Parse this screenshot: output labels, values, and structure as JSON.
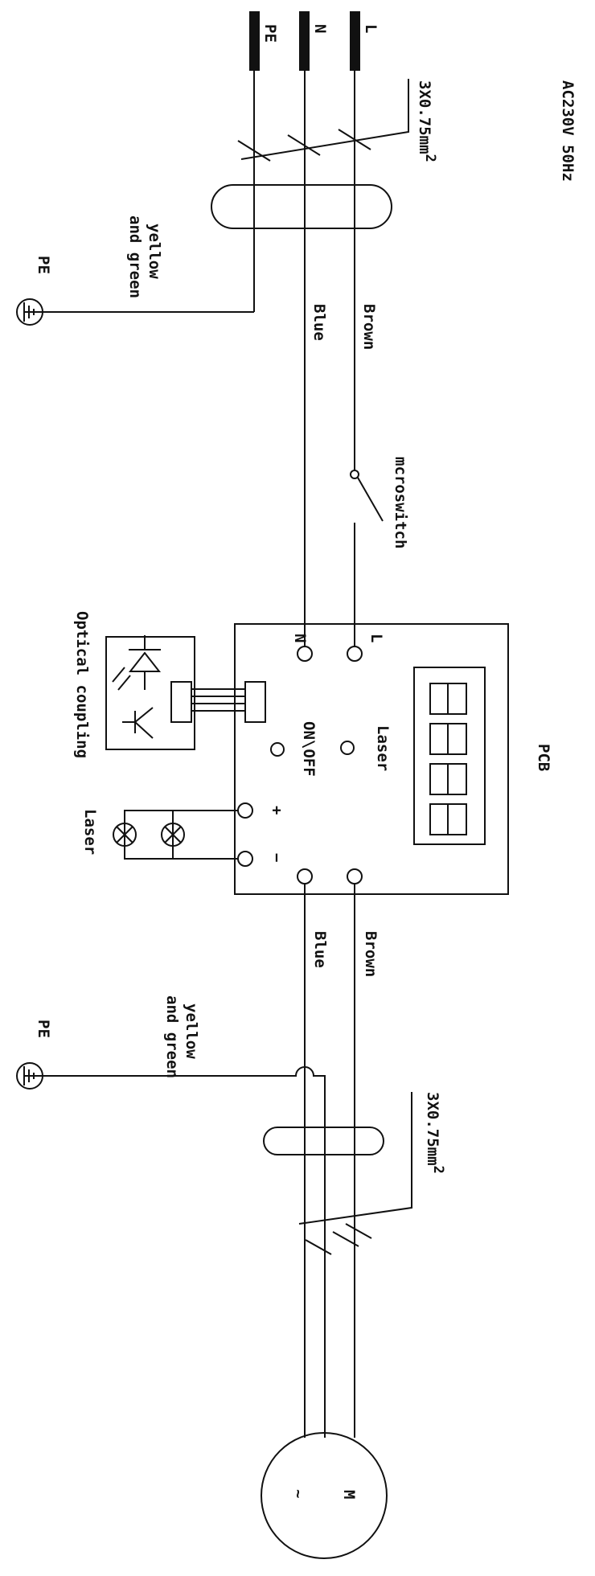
{
  "supply": {
    "voltage": "AC230V 50Hz",
    "terminals": [
      "PE",
      "N",
      "L"
    ]
  },
  "cables": {
    "top_spec": "3X0.75mm",
    "bottom_spec": "3X0.75mm",
    "superscript": "2"
  },
  "wires": {
    "brown": "Brown",
    "blue": "Blue",
    "yellow_green_line1": "yellow",
    "yellow_green_line2": "and green"
  },
  "earth_label": "PE",
  "switch_label": "mcroswitch",
  "pcb": {
    "title": "PCB",
    "terminal_l": "L",
    "terminal_n": "N",
    "laser_label": "Laser",
    "onoff_label": "ON\\OFF",
    "plus": "+",
    "minus": "−"
  },
  "optical_coupling_label": "Optical coupling",
  "laser_lamps_label": "Laser",
  "motor_label": "M",
  "motor_symbol": "~"
}
